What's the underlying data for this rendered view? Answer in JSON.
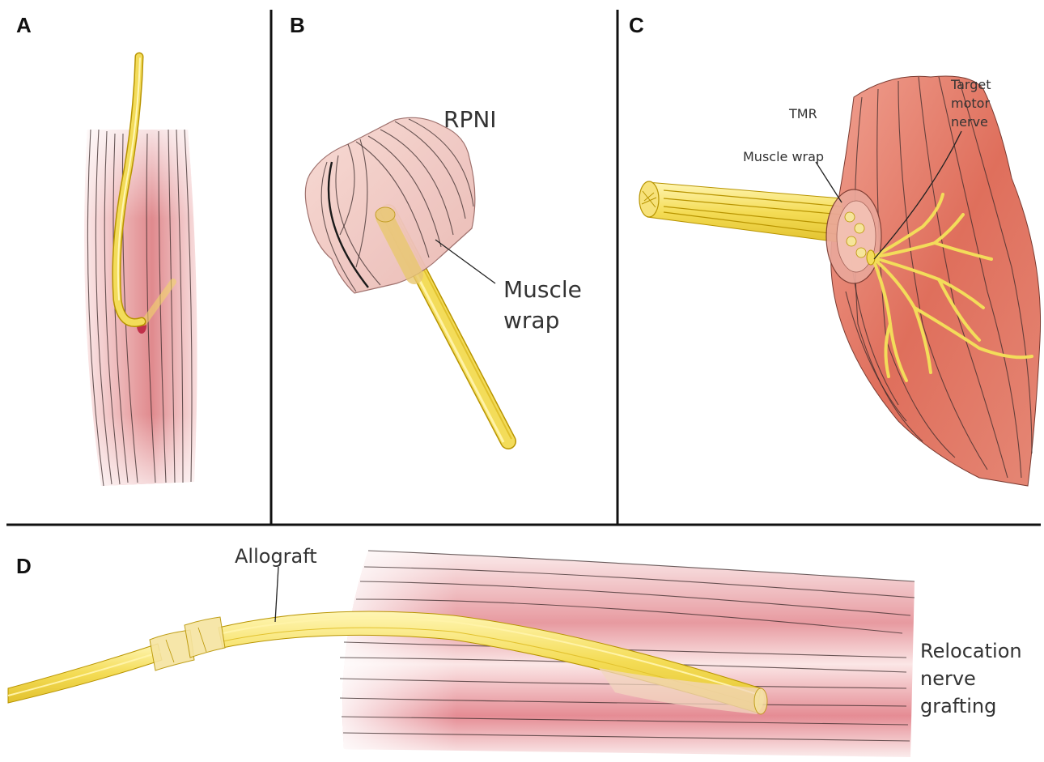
{
  "figure": {
    "panels": {
      "a": {
        "letter": "A"
      },
      "b": {
        "letter": "B",
        "title": "RPNI",
        "label_line1": "Muscle",
        "label_line2": "wrap"
      },
      "c": {
        "letter": "C",
        "tmr": "TMR",
        "muscle_wrap": "Muscle wrap",
        "target_line1": "Target",
        "target_line2": "motor",
        "target_line3": "nerve"
      },
      "d": {
        "letter": "D",
        "allograft": "Allograft",
        "reloc_line1": "Relocation",
        "reloc_line2": "nerve",
        "reloc_line3": "grafting"
      }
    },
    "colors": {
      "nerve": "#f3dc5a",
      "nerve_highlight": "#fff3a8",
      "muscle_light": "#f6d3d3",
      "muscle_mid": "#e08a8a",
      "muscle_dark": "#d9695a",
      "divider": "#111111"
    }
  }
}
